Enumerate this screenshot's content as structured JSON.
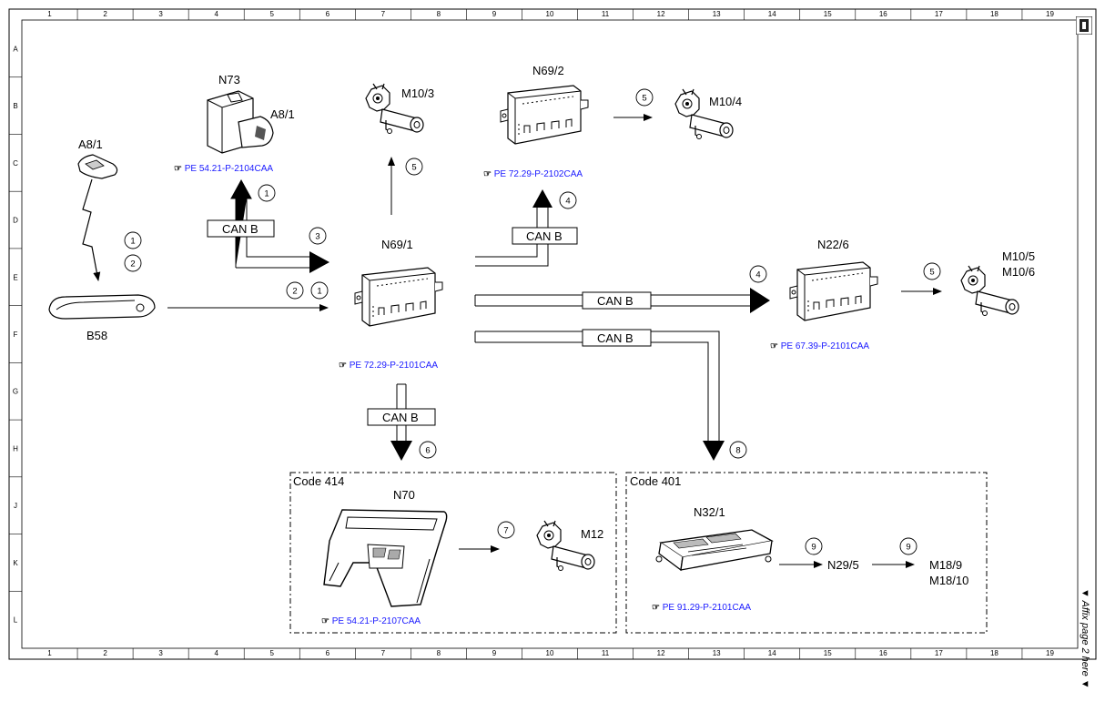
{
  "ruler": {
    "columns": [
      "1",
      "2",
      "3",
      "4",
      "5",
      "6",
      "7",
      "8",
      "9",
      "10",
      "11",
      "12",
      "13",
      "14",
      "15",
      "16",
      "17",
      "18",
      "19"
    ],
    "rows": [
      "A",
      "B",
      "C",
      "D",
      "E",
      "F",
      "G",
      "H",
      "J",
      "K",
      "L"
    ]
  },
  "side_note": "▼ Affix page 2 here ▼",
  "components": {
    "a81_key": "A8/1",
    "b58": "B58",
    "n73": "N73",
    "a81_ignition": "A8/1",
    "m10_3": "M10/3",
    "n69_2": "N69/2",
    "m10_4": "M10/4",
    "n69_1": "N69/1",
    "n22_6": "N22/6",
    "m10_5": "M10/5",
    "m10_6": "M10/6",
    "n70": "N70",
    "m12": "M12",
    "n32_1": "N32/1",
    "n29_5": "N29/5",
    "m18_9": "M18/9",
    "m18_10": "M18/10"
  },
  "references": {
    "n73_ref": "PE 54.21-P-2104CAA",
    "n69_2_ref": "PE 72.29-P-2102CAA",
    "n69_1_ref": "PE 72.29-P-2101CAA",
    "n22_6_ref": "PE 67.39-P-2101CAA",
    "n70_ref": "PE 54.21-P-2107CAA",
    "n32_1_ref": "PE 91.29-P-2101CAA"
  },
  "bus_labels": {
    "can_b_1": "CAN B",
    "can_b_2": "CAN B",
    "can_b_3": "CAN B",
    "can_b_4": "CAN B",
    "can_b_5": "CAN B"
  },
  "steps": {
    "s_key_1": "1",
    "s_key_2": "2",
    "s_b58_2": "2",
    "s_b58_1": "1",
    "s_n73_1": "1",
    "s_can_3": "3",
    "s_m103_5": "5",
    "s_n692_4": "4",
    "s_m104_5": "5",
    "s_n226_4": "4",
    "s_m105_5": "5",
    "s_n70_6": "6",
    "s_n321_8": "8",
    "s_m12_7": "7",
    "s_n295_9": "9",
    "s_m189_9": "9"
  },
  "code_boxes": {
    "code414": "Code 414",
    "code401": "Code 401"
  },
  "colors": {
    "line": "#000000",
    "reference": "#1a1aff",
    "background": "#ffffff"
  }
}
